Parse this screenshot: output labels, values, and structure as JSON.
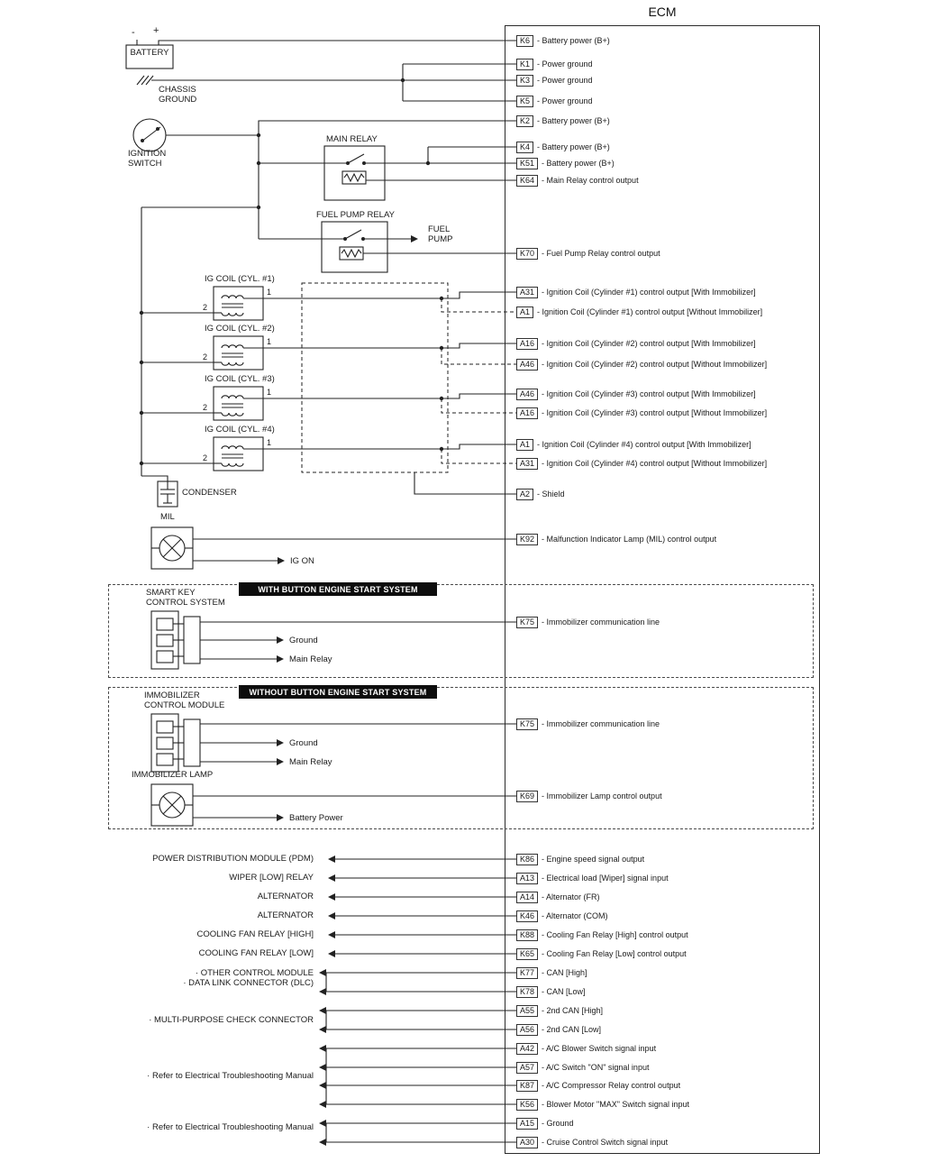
{
  "title": "ECM",
  "components": {
    "battery_label": "BATTERY",
    "battery_minus": "-",
    "battery_plus": "+",
    "chassis_ground_1": "CHASSIS",
    "chassis_ground_2": "GROUND",
    "ignition_switch_1": "IGNITION",
    "ignition_switch_2": "SWITCH",
    "main_relay": "MAIN RELAY",
    "fuel_pump_relay": "FUEL PUMP RELAY",
    "fuel_pump_1": "FUEL",
    "fuel_pump_2": "PUMP",
    "ig_coil_1": "IG COIL (CYL. #1)",
    "ig_coil_2": "IG COIL (CYL. #2)",
    "ig_coil_3": "IG COIL (CYL. #3)",
    "ig_coil_4": "IG COIL (CYL. #4)",
    "coil_terminal_1": "1",
    "coil_terminal_2": "2",
    "condenser": "CONDENSER",
    "mil": "MIL",
    "ig_on": "IG ON"
  },
  "smart_key": {
    "banner": "WITH BUTTON ENGINE START SYSTEM",
    "module_1": "SMART KEY",
    "module_2": "CONTROL SYSTEM",
    "ground": "Ground",
    "main_relay": "Main Relay"
  },
  "immobilizer": {
    "banner": "WITHOUT BUTTON ENGINE START SYSTEM",
    "module_1": "IMMOBILIZER",
    "module_2": "CONTROL MODULE",
    "ground": "Ground",
    "main_relay": "Main Relay",
    "lamp": "IMMOBILIZER LAMP",
    "battery_power": "Battery Power"
  },
  "bottom_labels": {
    "pdm": "POWER DISTRIBUTION MODULE (PDM)",
    "wiper_relay": "WIPER [LOW] RELAY",
    "alternator_fr": "ALTERNATOR",
    "alternator_com": "ALTERNATOR",
    "cooling_fan_high": "COOLING FAN RELAY [HIGH]",
    "cooling_fan_low": "COOLING FAN RELAY [LOW]",
    "other_module": "· OTHER CONTROL MODULE",
    "dlc": "· DATA LINK CONNECTOR (DLC)",
    "check_connector": "· MULTI-PURPOSE CHECK CONNECTOR",
    "refer_manual_ac": "· Refer to Electrical Troubleshooting Manual",
    "refer_manual_cruise": "· Refer to Electrical Troubleshooting Manual"
  },
  "pins": [
    {
      "pin": "K6",
      "desc": "- Battery power (B+)"
    },
    {
      "pin": "K1",
      "desc": "- Power ground"
    },
    {
      "pin": "K3",
      "desc": "- Power ground"
    },
    {
      "pin": "K5",
      "desc": "- Power ground"
    },
    {
      "pin": "K2",
      "desc": "- Battery power (B+)"
    },
    {
      "pin": "K4",
      "desc": "- Battery power (B+)"
    },
    {
      "pin": "K51",
      "desc": "- Battery power (B+)"
    },
    {
      "pin": "K64",
      "desc": "- Main Relay control output"
    },
    {
      "pin": "K70",
      "desc": "- Fuel Pump Relay control output"
    },
    {
      "pin": "A31",
      "desc": "- Ignition Coil (Cylinder #1) control output [With Immobilizer]"
    },
    {
      "pin": "A1",
      "desc": "- Ignition Coil (Cylinder #1) control output [Without Immobilizer]"
    },
    {
      "pin": "A16",
      "desc": "- Ignition Coil (Cylinder #2) control output [With Immobilizer]"
    },
    {
      "pin": "A46",
      "desc": "- Ignition Coil (Cylinder #2) control output [Without Immobilizer]"
    },
    {
      "pin": "A46",
      "desc": "- Ignition Coil (Cylinder #3) control output [With Immobilizer]"
    },
    {
      "pin": "A16",
      "desc": "- Ignition Coil (Cylinder #3) control output [Without Immobilizer]"
    },
    {
      "pin": "A1",
      "desc": "- Ignition Coil (Cylinder #4) control output [With Immobilizer]"
    },
    {
      "pin": "A31",
      "desc": "- Ignition Coil (Cylinder #4) control output [Without Immobilizer]"
    },
    {
      "pin": "A2",
      "desc": "- Shield"
    },
    {
      "pin": "K92",
      "desc": "- Malfunction Indicator Lamp (MIL) control output"
    },
    {
      "pin": "K75",
      "desc": "- Immobilizer communication line"
    },
    {
      "pin": "K75",
      "desc": "- Immobilizer communication line"
    },
    {
      "pin": "K69",
      "desc": "- Immobilizer Lamp control output"
    },
    {
      "pin": "K86",
      "desc": "- Engine speed signal output"
    },
    {
      "pin": "A13",
      "desc": "- Electrical load [Wiper] signal input"
    },
    {
      "pin": "A14",
      "desc": "- Alternator (FR)"
    },
    {
      "pin": "K46",
      "desc": "- Alternator (COM)"
    },
    {
      "pin": "K88",
      "desc": "- Cooling Fan Relay [High] control output"
    },
    {
      "pin": "K65",
      "desc": "- Cooling Fan Relay [Low] control output"
    },
    {
      "pin": "K77",
      "desc": "- CAN [High]"
    },
    {
      "pin": "K78",
      "desc": "- CAN [Low]"
    },
    {
      "pin": "A55",
      "desc": "- 2nd CAN [High]"
    },
    {
      "pin": "A56",
      "desc": "- 2nd CAN [Low]"
    },
    {
      "pin": "A42",
      "desc": "- A/C Blower Switch signal input"
    },
    {
      "pin": "A57",
      "desc": "- A/C Switch \"ON\" signal input"
    },
    {
      "pin": "K87",
      "desc": "- A/C Compressor Relay control output"
    },
    {
      "pin": "K56",
      "desc": "- Blower Motor \"MAX\" Switch signal input"
    },
    {
      "pin": "A15",
      "desc": "- Ground"
    },
    {
      "pin": "A30",
      "desc": "- Cruise Control Switch signal input"
    }
  ]
}
